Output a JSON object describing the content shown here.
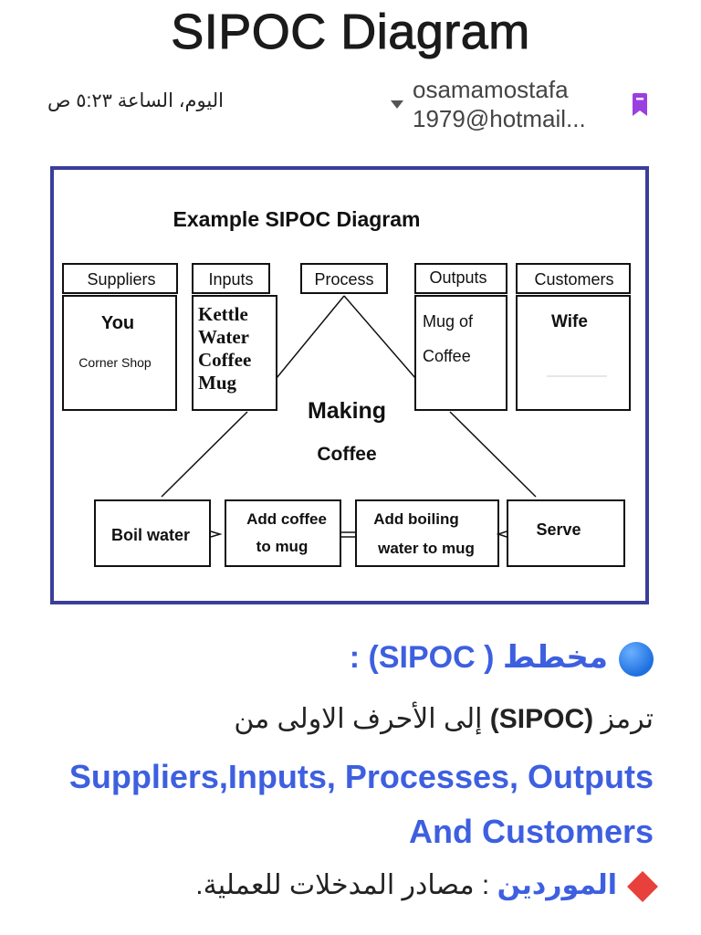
{
  "page": {
    "title": "SIPOC Diagram",
    "date": "اليوم، الساعة ٥:٢٣ ص",
    "author_line1": "osamamostafa",
    "author_line2": "1979@hotmail..."
  },
  "diagram": {
    "heading": "Example SIPOC Diagram",
    "columns": {
      "suppliers": "Suppliers",
      "inputs": "Inputs",
      "process": "Process",
      "outputs": "Outputs",
      "customers": "Customers"
    },
    "suppliers_items": [
      "You",
      "Corner Shop"
    ],
    "inputs_items": [
      "Kettle",
      "Water",
      "Coffee",
      "Mug"
    ],
    "outputs_items": [
      "Mug of",
      "Coffee"
    ],
    "customers_items": [
      "Wife"
    ],
    "center_line1": "Making",
    "center_line2": "Coffee",
    "steps": [
      {
        "line1": "Boil water",
        "line2": ""
      },
      {
        "line1": "Add coffee",
        "line2": "to mug"
      },
      {
        "line1": "Add boiling",
        "line2": "water to mug"
      },
      {
        "line1": "Serve",
        "line2": ""
      }
    ]
  },
  "article": {
    "heading_arabic": "مخطط",
    "heading_tag": "( SIPOC) :",
    "para_start": "ترمز",
    "para_bold": "(SIPOC)",
    "para_end": "إلى الأحرف الاولى من",
    "english_line1": "Suppliers,Inputs, Processes, Outputs",
    "english_line2": "And Customers",
    "last_label": "الموردين",
    "last_text": ": مصادر المدخلات للعملية."
  },
  "colors": {
    "accent_blue": "#3d5fe0",
    "frame": "#3a3e9a",
    "bookmark": "#9b3fe0",
    "diamond": "#e8403a"
  }
}
